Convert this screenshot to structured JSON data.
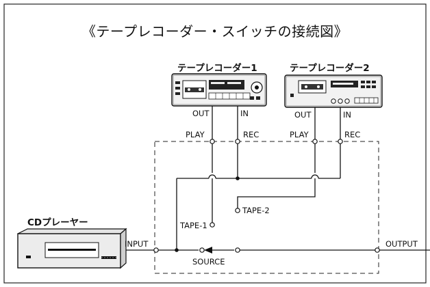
{
  "title": "《テープレコーダー・スイッチの接続図》",
  "devices": {
    "tape1": {
      "label": "テープレコーダー1",
      "out": "OUT",
      "in": "IN",
      "play": "PLAY",
      "rec": "REC"
    },
    "tape2": {
      "label": "テープレコーダー2",
      "out": "OUT",
      "in": "IN",
      "play": "PLAY",
      "rec": "REC"
    },
    "cd": {
      "label": "CDプレーヤー"
    }
  },
  "switch": {
    "input": "INPUT",
    "output": "OUTPUT",
    "source": "SOURCE",
    "tape1_pos": "TAPE-1",
    "tape2_pos": "TAPE-2"
  },
  "colors": {
    "line": "#111111",
    "frame": "#222222",
    "device_face": "#ececec"
  }
}
